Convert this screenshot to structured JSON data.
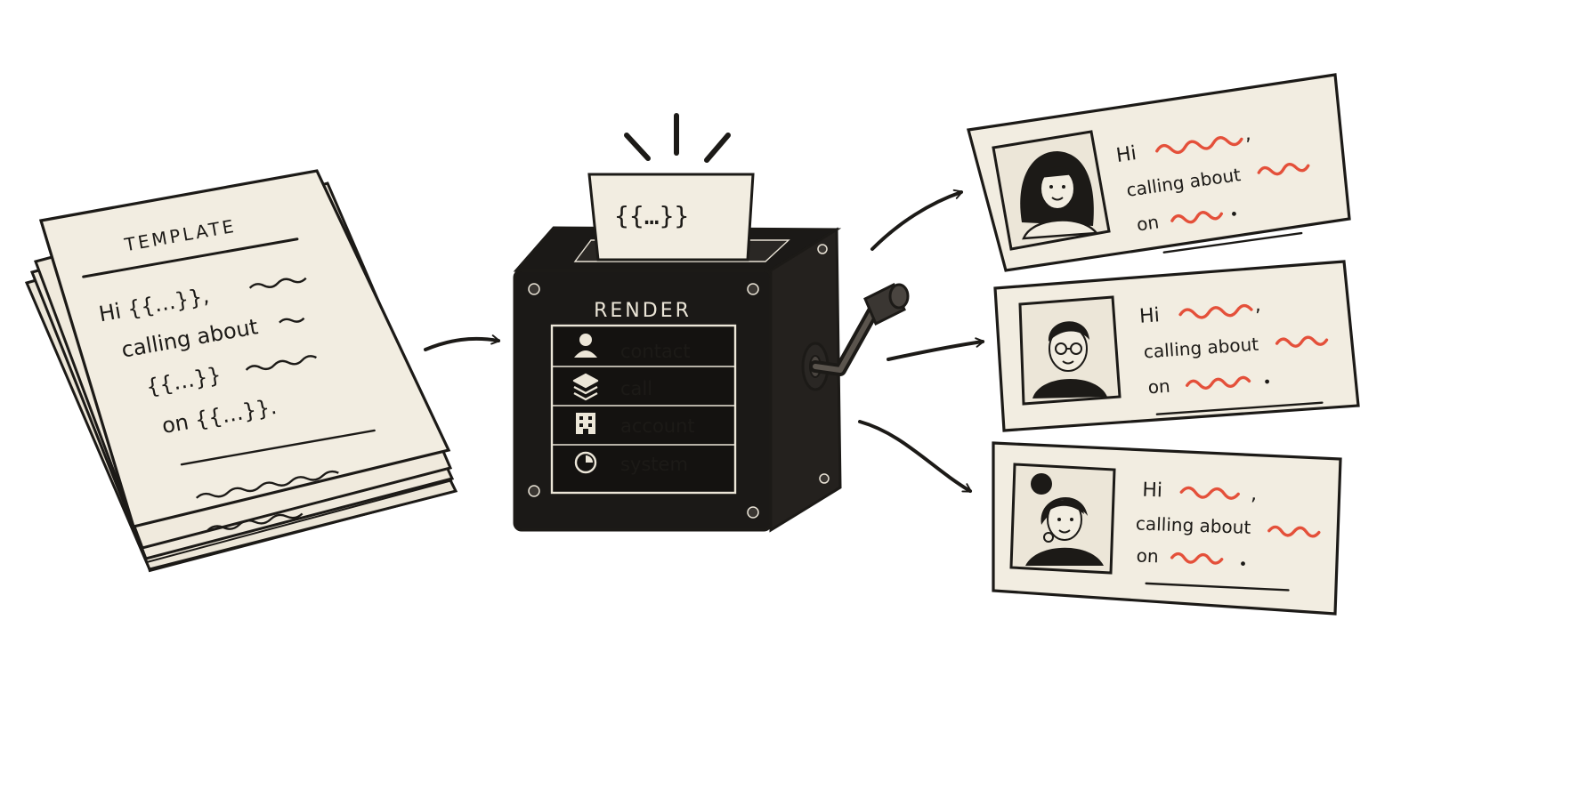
{
  "template": {
    "heading": "TEMPLATE",
    "lines": [
      "Hi {{…}},",
      "calling about",
      "{{…}}",
      "on {{…}}."
    ]
  },
  "card": {
    "text": "{{…}}"
  },
  "machine": {
    "title": "RENDER",
    "rows": [
      {
        "label": "contact",
        "icon": "person-icon"
      },
      {
        "label": "call",
        "icon": "layers-icon"
      },
      {
        "label": "account",
        "icon": "building-icon"
      },
      {
        "label": "system",
        "icon": "clock-icon"
      }
    ]
  },
  "outputs": [
    {
      "greeting": "Hi",
      "about": "calling about",
      "on": "on",
      "avatar": "woman-long-hair-avatar"
    },
    {
      "greeting": "Hi",
      "about": "calling about",
      "on": "on",
      "avatar": "man-glasses-avatar"
    },
    {
      "greeting": "Hi",
      "about": "calling about",
      "on": "on",
      "avatar": "woman-bun-avatar"
    }
  ],
  "colors": {
    "ink": "#1c1a17",
    "paper": "#f2ede1",
    "machine": "#1b1917",
    "accent": "#e4503a"
  }
}
